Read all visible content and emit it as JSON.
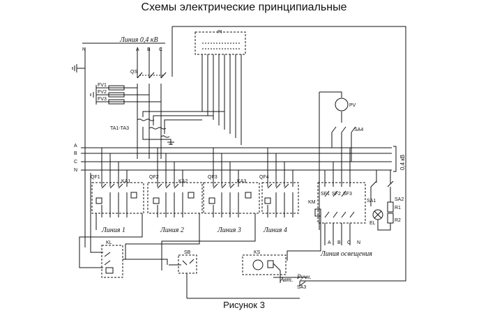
{
  "title": "Схемы электрические принципиальные",
  "caption": "Рисунок 3",
  "labels": {
    "line_04kv": "Линия 0,4 кВ",
    "n": "N",
    "a": "A",
    "b": "B",
    "c": "C",
    "pi": "PI",
    "qs": "QS",
    "fv1": "FV1",
    "fv2": "FV2",
    "fv3": "FV3",
    "ta": "TA1-TA3",
    "pv": "PV",
    "sa4": "SA4",
    "bus_a": "A",
    "bus_b": "B",
    "bus_c": "C",
    "bus_n": "N",
    "bus_voltage": "0,4 кВ",
    "qf1": "QF1",
    "ka1": "KA1",
    "qf2": "QF2",
    "ka2": "KA2",
    "qf3": "QF3",
    "ka3": "KA3",
    "qf4": "QF4",
    "line1": "Линия 1",
    "line2": "Линия 2",
    "line3": "Линия 3",
    "line4": "Линия 4",
    "km": "KM",
    "sf1": "SF1",
    "sf2": "SF2",
    "sf3": "SF3",
    "sa1": "SA1",
    "sa2": "SA2",
    "r1": "R1",
    "r2": "R2",
    "el": "EL",
    "la": "A",
    "lb": "B",
    "lc": "C",
    "ln": "N",
    "lighting_line": "Линия освещения",
    "kl": "KL",
    "sb": "SB",
    "ks": "KS",
    "avt": "Авт.",
    "ruch": "Ручн.",
    "sa3": "SA3"
  }
}
